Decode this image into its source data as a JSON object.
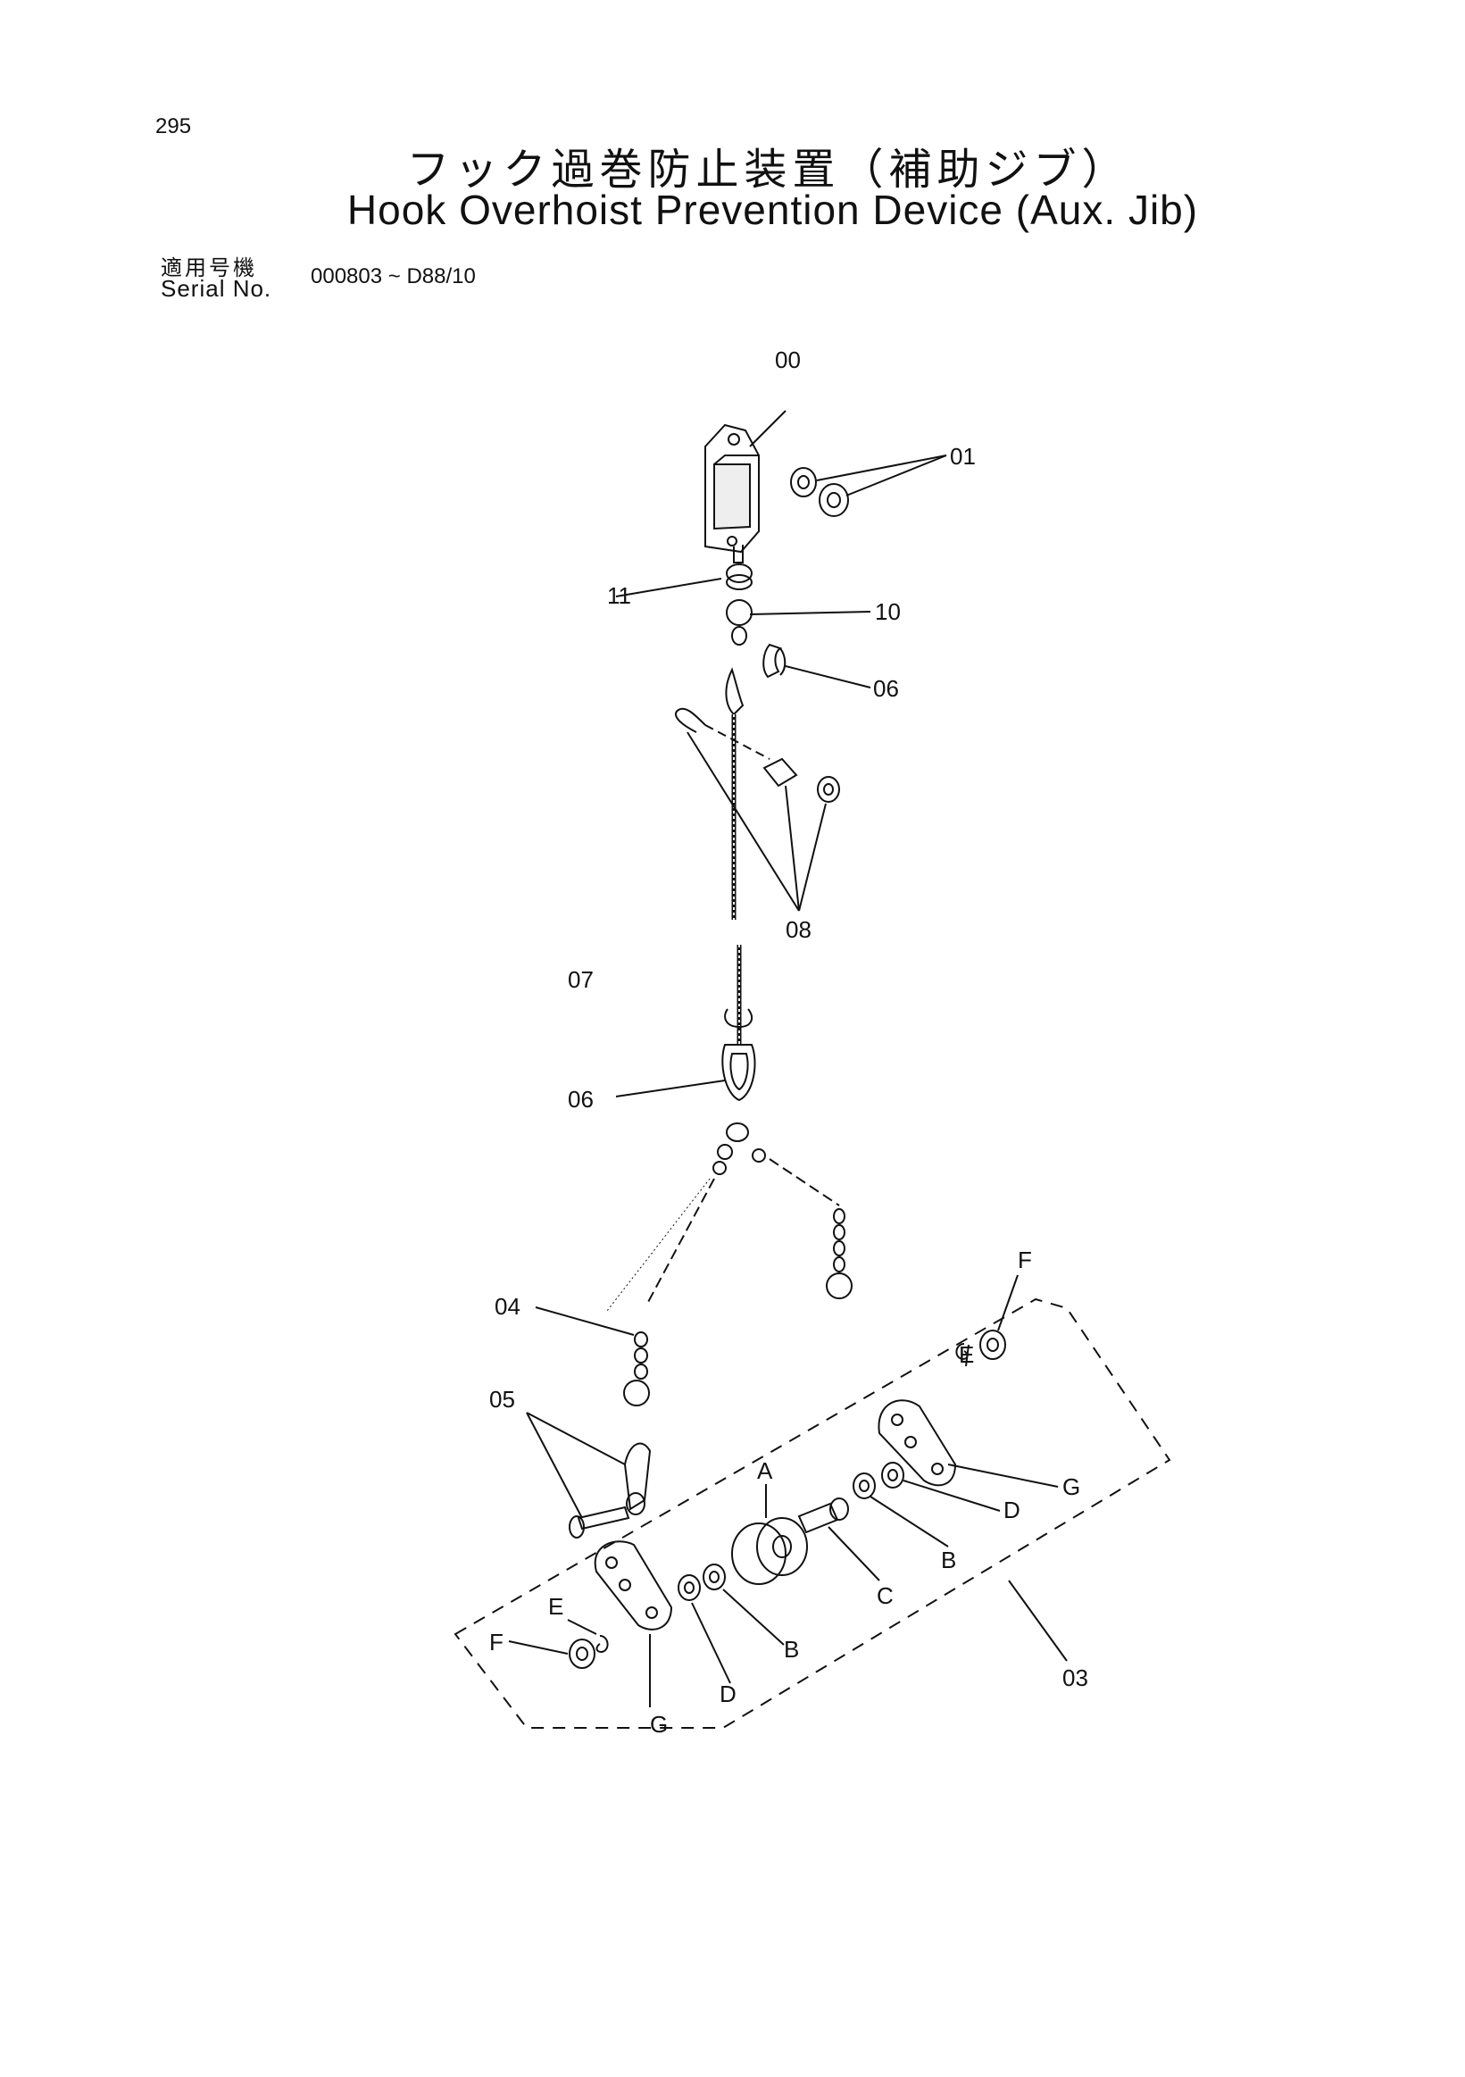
{
  "page_number": "295",
  "title_jp": "フック過巻防止装置（補助ジブ）",
  "title_en": "Hook Overhoist Prevention Device (Aux. Jib)",
  "serial_label_jp": "適用号機",
  "serial_label_en": "Serial No.",
  "serial_value": "000803 ~ D88/10",
  "labels": {
    "l00": "00",
    "l01": "01",
    "l11": "11",
    "l10": "10",
    "l06a": "06",
    "l08": "08",
    "l07": "07",
    "l06b": "06",
    "l04": "04",
    "l05": "05",
    "l03": "03",
    "lA": "A",
    "lB1": "B",
    "lB2": "B",
    "lC": "C",
    "lD1": "D",
    "lD2": "D",
    "lE1": "E",
    "lE2": "E",
    "lF1": "F",
    "lF2": "F",
    "lG1": "G",
    "lG2": "G"
  }
}
